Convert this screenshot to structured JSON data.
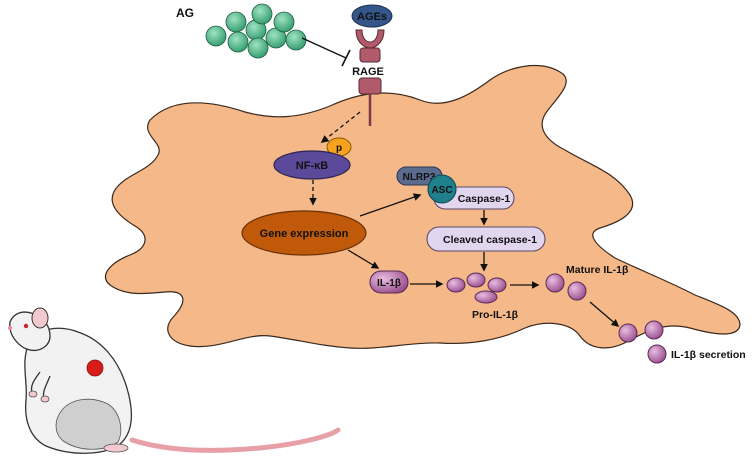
{
  "labels": {
    "ag": "AG",
    "ages": "AGEs",
    "rage": "RAGE",
    "p": "p",
    "nfkb": "NF-κB",
    "gene_expression": "Gene expression",
    "nlrp3": "NLRP3",
    "asc": "ASC",
    "caspase1": "Caspase-1",
    "cleaved_caspase1": "Cleaved caspase-1",
    "il1b": "IL-1β",
    "pro_il1b": "Pro-IL-1β",
    "mature_il1b": "Mature IL-1β",
    "il1b_secretion": "IL-1β secretion"
  },
  "colors": {
    "cell": "#f5b888",
    "cell_stroke": "#3a2a1f",
    "ag_green": "#4fb889",
    "ages_blue": "#35568a",
    "rage_red": "#b05a6a",
    "p_orange": "#f5a31c",
    "nfkb_purple": "#5b4a9a",
    "gene_brown": "#c05a0a",
    "nlrp3_slate": "#5a6b8f",
    "asc_teal": "#1f7f8a",
    "caspase_lilac": "#e2d6ee",
    "vesicle_purple": "#b06aa5",
    "rat_white": "#f2f2f2",
    "rat_pink": "#e8a0a8",
    "rat_spot": "#d81c1c"
  }
}
